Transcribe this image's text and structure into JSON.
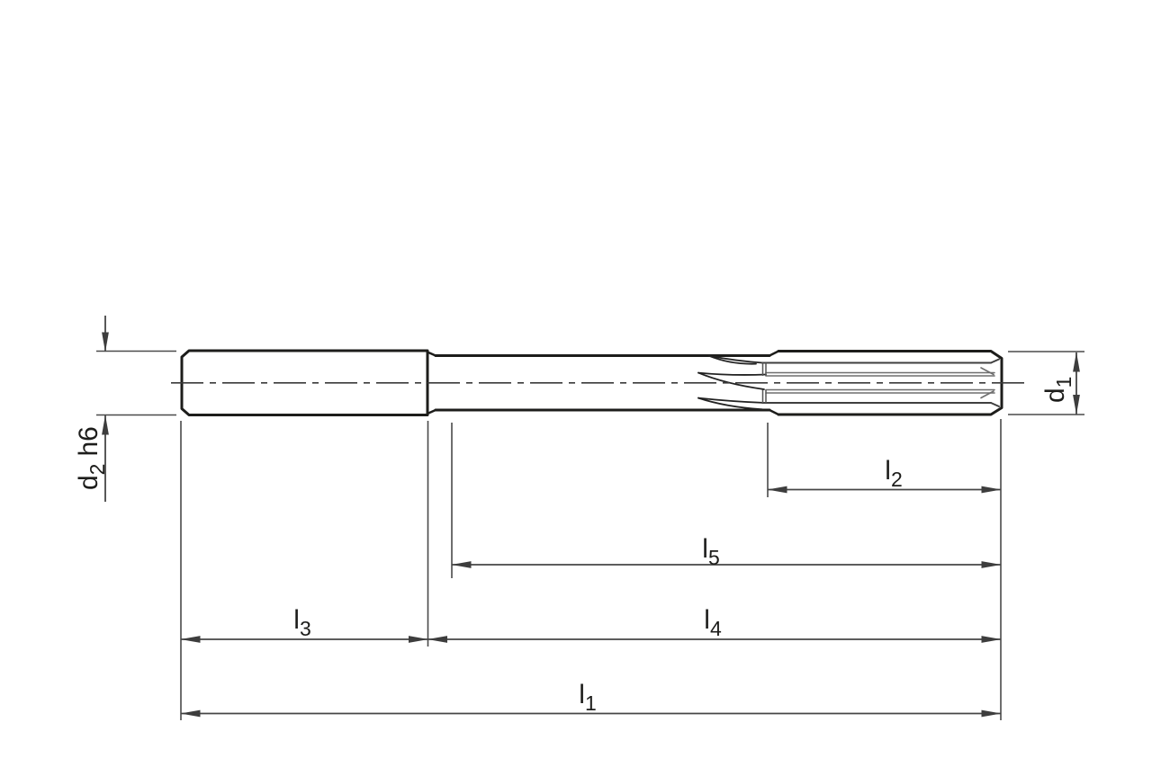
{
  "drawing": {
    "kind": "technical dimension drawing",
    "subject": "machine reamer, side view with straight flutes",
    "background_color": "#ffffff",
    "outline_color": "#1d1d1b",
    "dimension_color": "#464646"
  },
  "dimensions": {
    "d2": {
      "base": "d",
      "sub": "2",
      "suffix": "h6",
      "meaning": "shank diameter"
    },
    "d1": {
      "base": "d",
      "sub": "1",
      "meaning": "cutting diameter"
    },
    "l1": {
      "base": "l",
      "sub": "1",
      "meaning": "overall length"
    },
    "l2": {
      "base": "l",
      "sub": "2",
      "meaning": "flute length"
    },
    "l3": {
      "base": "l",
      "sub": "3",
      "meaning": "shank length"
    },
    "l4": {
      "base": "l",
      "sub": "4",
      "meaning": "length from shank end to tip"
    },
    "l5": {
      "base": "l",
      "sub": "5",
      "meaning": "neck plus flute length"
    }
  }
}
